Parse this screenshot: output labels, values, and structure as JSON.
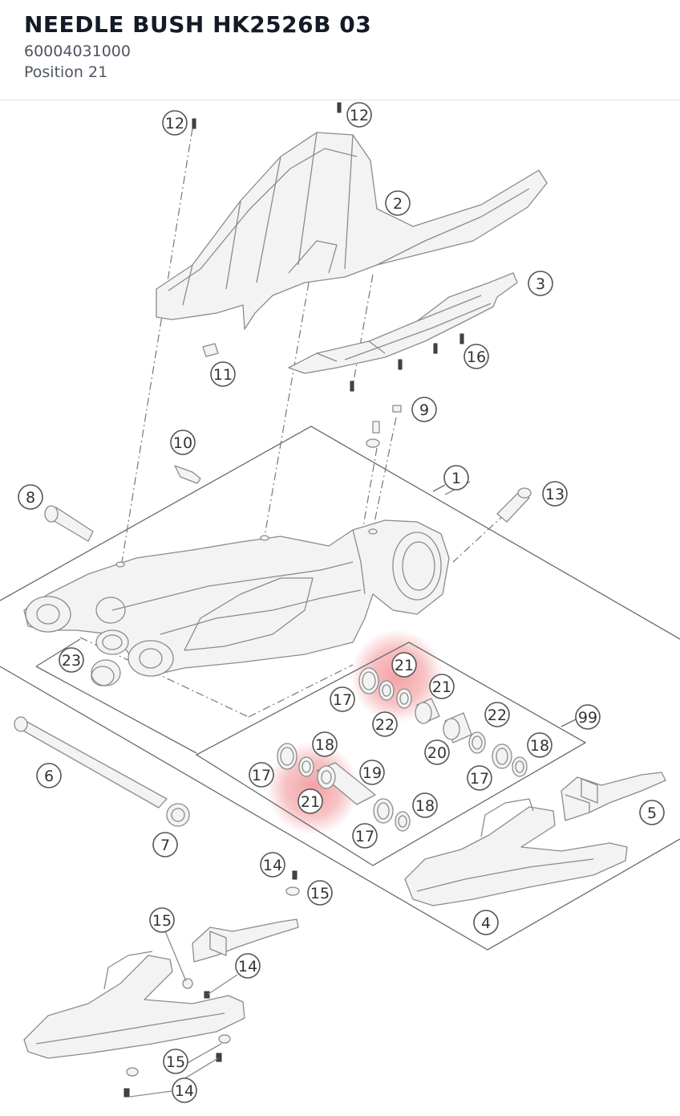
{
  "header": {
    "title": "NEEDLE BUSH HK2526B 03",
    "part_number": "60004031000",
    "position": "Position 21"
  },
  "diagram": {
    "highlight_color": "#e8545a",
    "callouts": [
      {
        "id": "c12a",
        "label": "12"
      },
      {
        "id": "c12b",
        "label": "12"
      },
      {
        "id": "c2",
        "label": "2"
      },
      {
        "id": "c3",
        "label": "3"
      },
      {
        "id": "c16",
        "label": "16"
      },
      {
        "id": "c11",
        "label": "11"
      },
      {
        "id": "c9",
        "label": "9"
      },
      {
        "id": "c10",
        "label": "10"
      },
      {
        "id": "c1",
        "label": "1"
      },
      {
        "id": "c8",
        "label": "8"
      },
      {
        "id": "c13",
        "label": "13"
      },
      {
        "id": "c23",
        "label": "23"
      },
      {
        "id": "c21a",
        "label": "21"
      },
      {
        "id": "c21b",
        "label": "21"
      },
      {
        "id": "c17a",
        "label": "17"
      },
      {
        "id": "c22a",
        "label": "22"
      },
      {
        "id": "c22b",
        "label": "22"
      },
      {
        "id": "c99",
        "label": "99"
      },
      {
        "id": "c20",
        "label": "20"
      },
      {
        "id": "c18a",
        "label": "18"
      },
      {
        "id": "c18b",
        "label": "18"
      },
      {
        "id": "c17b",
        "label": "17"
      },
      {
        "id": "c17c",
        "label": "17"
      },
      {
        "id": "c19",
        "label": "19"
      },
      {
        "id": "c21c",
        "label": "21"
      },
      {
        "id": "c18c",
        "label": "18"
      },
      {
        "id": "c17d",
        "label": "17"
      },
      {
        "id": "c6",
        "label": "6"
      },
      {
        "id": "c7",
        "label": "7"
      },
      {
        "id": "c5",
        "label": "5"
      },
      {
        "id": "c14a",
        "label": "14"
      },
      {
        "id": "c15a",
        "label": "15"
      },
      {
        "id": "c4",
        "label": "4"
      },
      {
        "id": "c15b",
        "label": "15"
      },
      {
        "id": "c14b",
        "label": "14"
      },
      {
        "id": "c15c",
        "label": "15"
      },
      {
        "id": "c14c",
        "label": "14"
      }
    ]
  }
}
